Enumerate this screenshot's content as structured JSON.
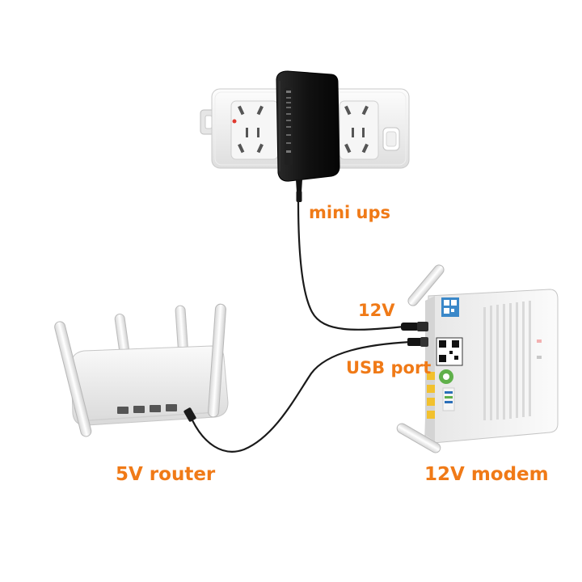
{
  "labels": {
    "mini_ups": "mini ups",
    "twelve_v": "12V",
    "usb_port": "USB port",
    "router": "5V router",
    "modem": "12V modem"
  },
  "device_text": {
    "qr_sticker_top": "",
    "qr_sticker_mid": "",
    "ups_side_print": ""
  },
  "colors": {
    "label_orange": "#f07a17",
    "cable_black": "#1a1a1a",
    "device_white": "#f4f4f4",
    "ups_black": "#161616",
    "port_yellow": "#f2c12e",
    "sticker_blue": "#2a6fb8",
    "sticker_green": "#5fb04a"
  }
}
